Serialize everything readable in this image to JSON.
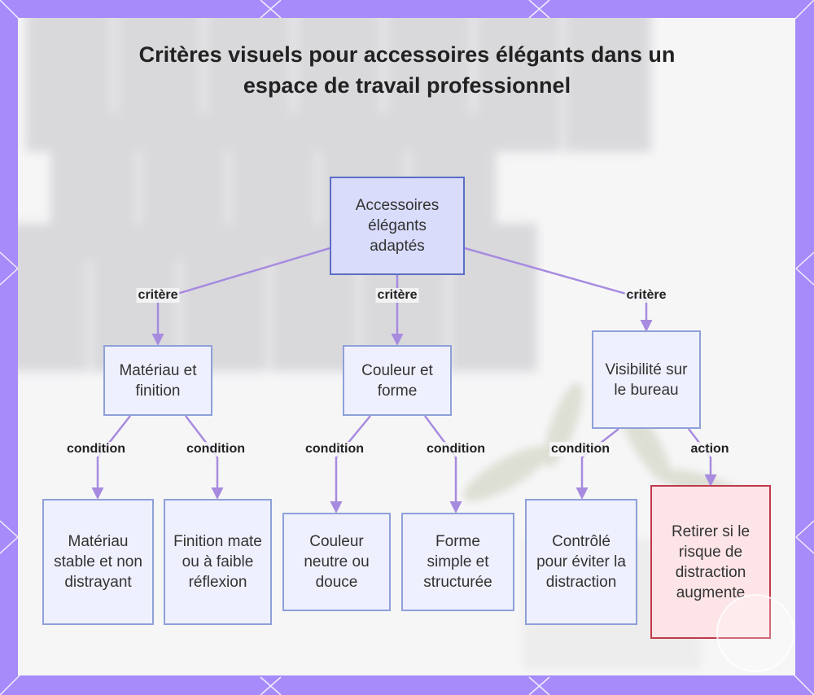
{
  "title": "Critères visuels pour accessoires élégants dans un espace de travail professionnel",
  "colors": {
    "frame": "#a78bfa",
    "edge": "#a78bdf",
    "node_border": "#8ea0d8",
    "node_fill": "#eef0fd",
    "root_fill": "#d9dcfb",
    "action_border": "#c0394b",
    "action_fill": "#fde4e7"
  },
  "nodes": {
    "root": "Accessoires élégants adaptés",
    "material": "Matériau et finition",
    "color": "Couleur et forme",
    "visibility": "Visibilité sur le bureau",
    "leaf_material_stable": "Matériau stable et non distrayant",
    "leaf_finish_matte": "Finition mate ou à faible réflexion",
    "leaf_color_neutral": "Couleur neutre ou douce",
    "leaf_shape_simple": "Forme simple et structurée",
    "leaf_control": "Contrôlé pour éviter la distraction",
    "leaf_remove": "Retirer si le risque de distraction augmente"
  },
  "edge_labels": {
    "root_material": "critère",
    "root_color": "critère",
    "root_visibility": "critère",
    "material_stable": "condition",
    "material_finish": "condition",
    "color_neutral": "condition",
    "color_shape": "condition",
    "visibility_control": "condition",
    "visibility_remove": "action"
  }
}
